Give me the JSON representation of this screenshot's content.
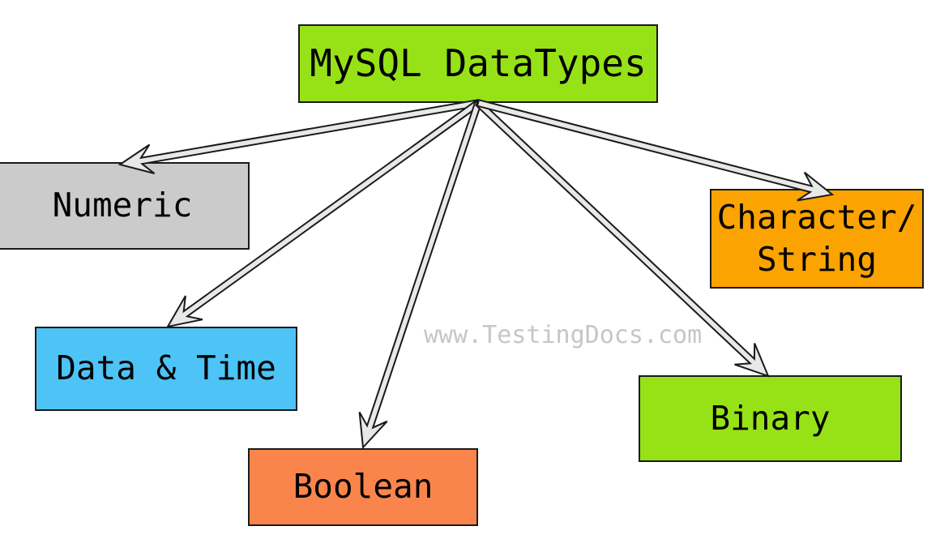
{
  "diagram": {
    "root": {
      "id": "mysql-datatypes",
      "label": "MySQL DataTypes",
      "color": "#97E216"
    },
    "nodes": [
      {
        "id": "numeric",
        "label": "Numeric",
        "color": "#CBCBCB"
      },
      {
        "id": "date-time",
        "label": "Data & Time",
        "color": "#4DC3F6"
      },
      {
        "id": "boolean",
        "label": "Boolean",
        "color": "#F9854D"
      },
      {
        "id": "binary",
        "label": "Binary",
        "color": "#97E216"
      },
      {
        "id": "character-string",
        "label": "Character/\nString",
        "color": "#FBA300"
      }
    ],
    "edges": [
      {
        "from": "mysql-datatypes",
        "to": "numeric"
      },
      {
        "from": "mysql-datatypes",
        "to": "date-time"
      },
      {
        "from": "mysql-datatypes",
        "to": "boolean"
      },
      {
        "from": "mysql-datatypes",
        "to": "binary"
      },
      {
        "from": "mysql-datatypes",
        "to": "character-string"
      }
    ],
    "edge_style": {
      "fill": "#E8E8E8",
      "stroke": "#1A1A1A"
    },
    "watermark": {
      "text": "www.TestingDocs.com",
      "color": "#C6C6C6"
    }
  }
}
